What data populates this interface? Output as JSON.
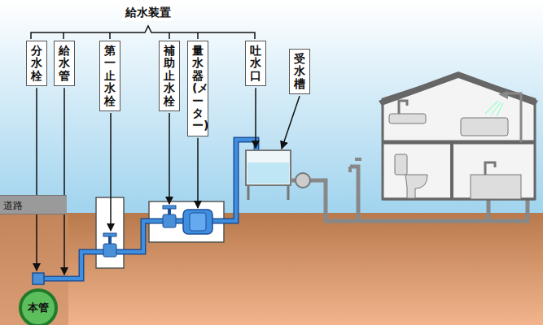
{
  "diagram": {
    "nodes": [
      {
        "text": [
          "分水栓"
        ]
      },
      {
        "text": [
          "給水管"
        ]
      },
      {
        "text": [
          "第一止水栓"
        ]
      },
      {
        "text": [
          "補助止水栓"
        ]
      },
      {
        "text": [
          "量水器(メーター)"
        ]
      },
      {
        "text": [
          "吐水口"
        ]
      },
      {
        "text": [
          "受水槽"
        ]
      },
      {
        "text": [
          "道路"
        ]
      },
      {
        "text": [
          "本管"
        ]
      }
    ],
    "labels": [
      "給水装置"
    ]
  }
}
